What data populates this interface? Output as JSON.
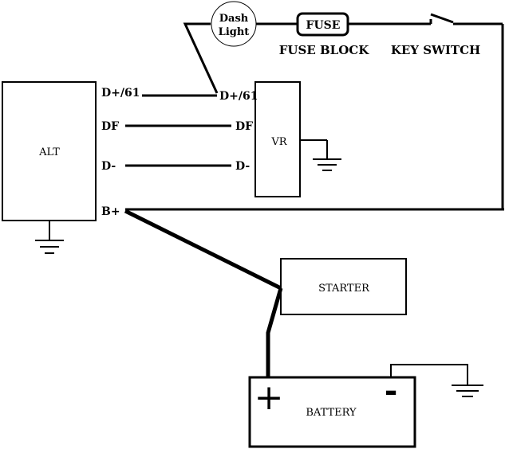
{
  "components": {
    "alternator": "ALT",
    "regulator": "VR",
    "starter": "STARTER",
    "battery": "BATTERY",
    "fuse": "FUSE",
    "dash_light_line1": "Dash",
    "dash_light_line2": "Light"
  },
  "captions": {
    "fuse_block": "FUSE BLOCK",
    "key_switch": "KEY SWITCH"
  },
  "alt_terminals": {
    "d_plus": "D+/61",
    "df": "DF",
    "d_minus": "D-",
    "b_plus": "B+"
  },
  "vr_terminals": {
    "d_plus": "D+/61",
    "df": "DF",
    "d_minus": "D-"
  },
  "battery_terminals": {
    "positive": "+",
    "negative": "-"
  },
  "icons": {
    "ground": "ground-icon",
    "switch": "switch-icon"
  }
}
